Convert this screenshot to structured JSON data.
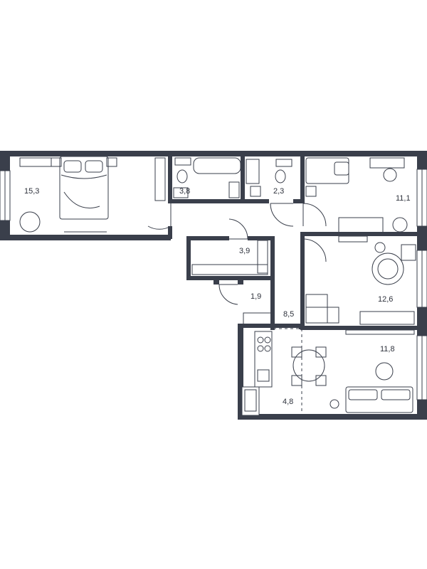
{
  "rooms": [
    {
      "id": "bedroom-left",
      "area": "15,3"
    },
    {
      "id": "bathroom",
      "area": "3,8"
    },
    {
      "id": "toilet",
      "area": "2,3"
    },
    {
      "id": "bedroom-right",
      "area": "11,1"
    },
    {
      "id": "wardrobe",
      "area": "3,9"
    },
    {
      "id": "bedroom-middle",
      "area": "12,6"
    },
    {
      "id": "hall-small",
      "area": "1,9"
    },
    {
      "id": "corridor",
      "area": "8,5"
    },
    {
      "id": "living-room",
      "area": "11,8"
    },
    {
      "id": "kitchen",
      "area": "4,8"
    }
  ],
  "colors": {
    "wall": "#3a3f4b",
    "background": "#ffffff"
  }
}
